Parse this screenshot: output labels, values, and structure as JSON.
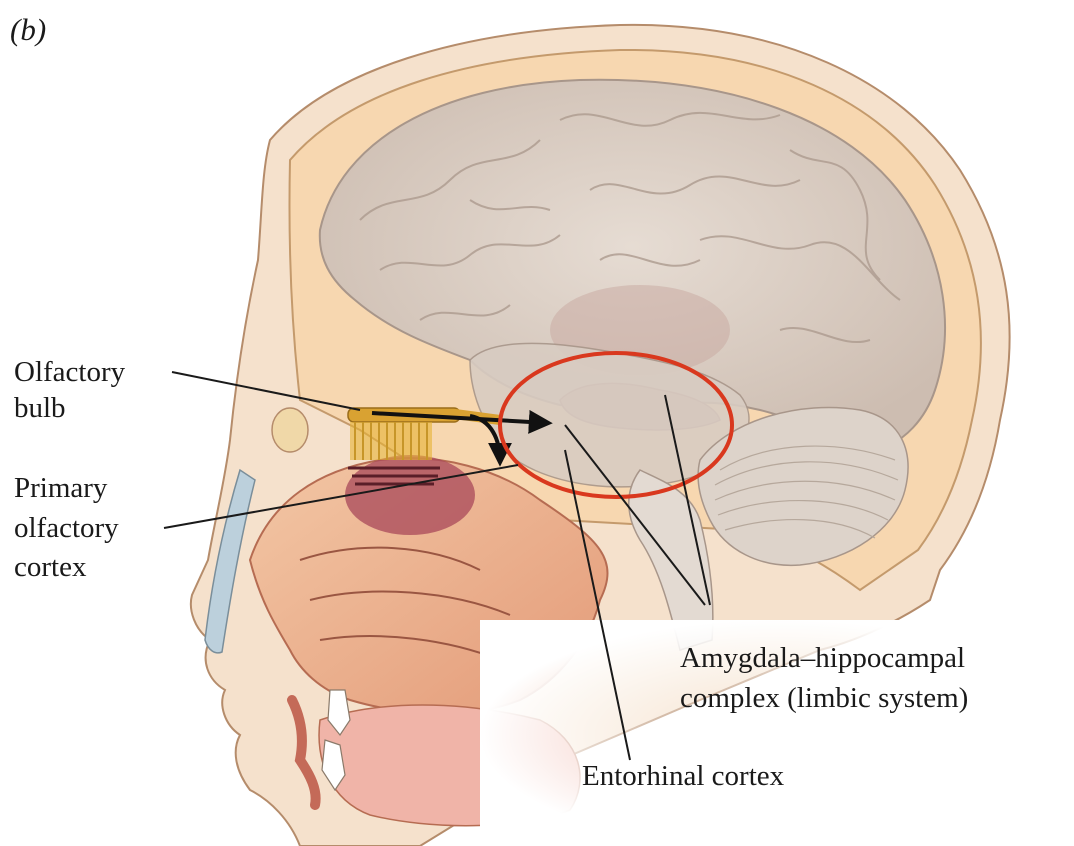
{
  "figure": {
    "panel_label": "(b)"
  },
  "labels": {
    "olfactory_bulb": [
      "Olfactory",
      "bulb"
    ],
    "primary_olfactory_cortex": [
      "Primary",
      "olfactory",
      "cortex"
    ],
    "amygdala_hippocampal_complex": [
      "Amygdala–hippocampal",
      "complex (limbic system)"
    ],
    "entorhinal_cortex": [
      "Entorhinal cortex"
    ]
  },
  "colors": {
    "highlight_circle": "#d9381e",
    "brain": "#d9cbc0",
    "skull": "#f4dcc0",
    "nasal_cavity": "#e0957a",
    "olfactory_bulb": "#d9a232",
    "leader_lines": "#1a1a1a"
  },
  "icons": {
    "arrow": "pathway-arrow"
  }
}
